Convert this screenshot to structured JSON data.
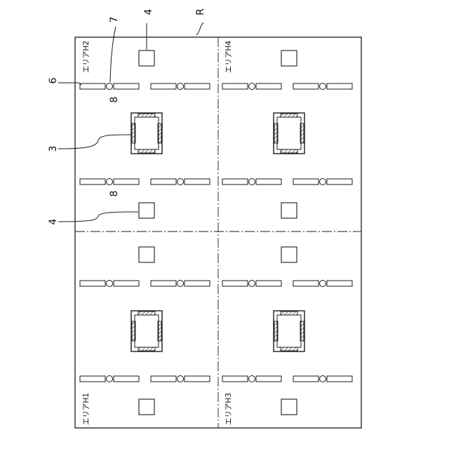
{
  "refs": {
    "r": "R",
    "n4_top": "4",
    "n7": "7",
    "n6": "6",
    "n8_top": "8",
    "n3": "3",
    "n8_mid": "8",
    "n4_mid": "4"
  },
  "areas": {
    "h1": "エリアH1",
    "h2": "エリアH2",
    "h3": "エリアH3",
    "h4": "エリアH4"
  },
  "colors": {
    "stroke": "#1a1a1a",
    "background": "#ffffff"
  }
}
